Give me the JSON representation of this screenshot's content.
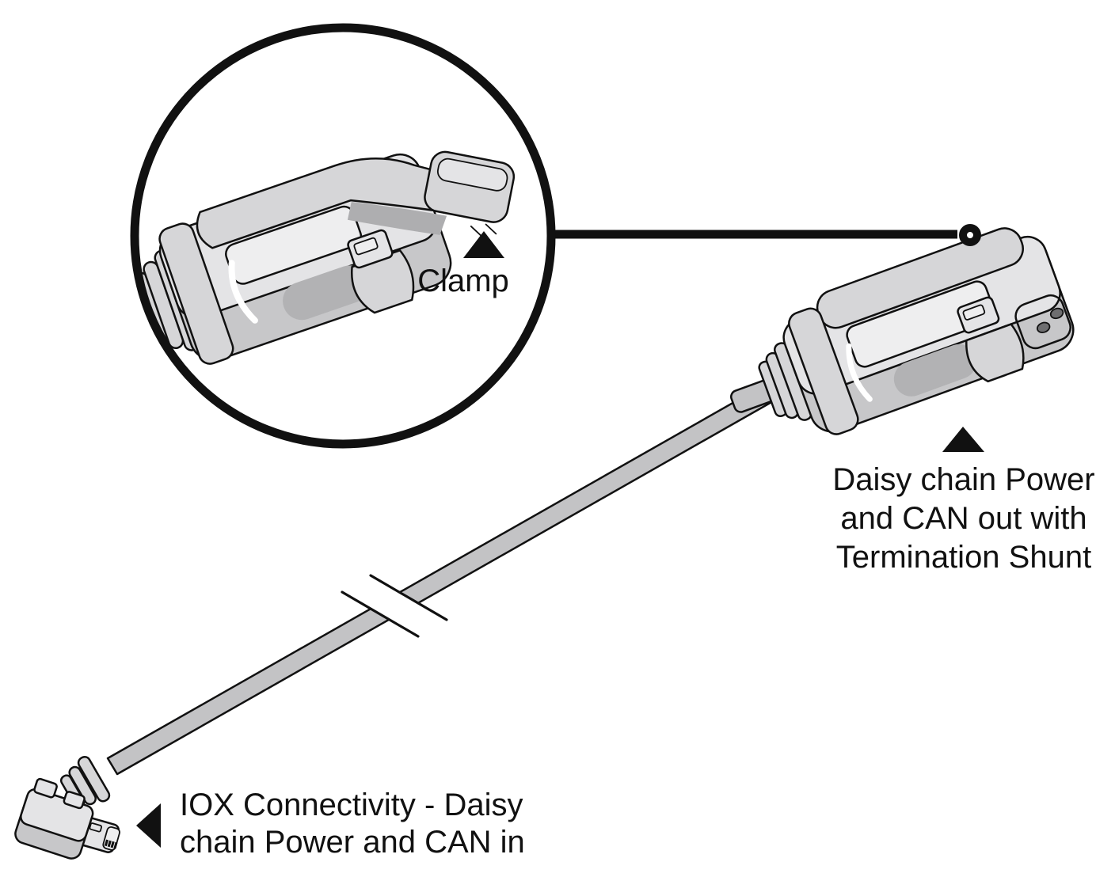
{
  "palette": {
    "ink": "#111111",
    "bg": "#ffffff",
    "gray-light": "#e4e4e6",
    "gray-mid": "#d6d6d8",
    "gray-side": "#c7c7c9",
    "gray-recess": "#eeeeef",
    "gray-cable": "#c3c3c5",
    "gray-shadow": "#aeaeb0",
    "gray-slot": "#b2b2b4",
    "gray-dot": "#6e6e70"
  },
  "diagram": {
    "callout": {
      "label": "Clamp"
    },
    "device_out": {
      "label_lines": [
        "Daisy chain Power",
        "and CAN out with",
        "Termination Shunt"
      ]
    },
    "connector_in": {
      "label_lines": [
        "IOX Connectivity - Daisy",
        "chain Power and CAN in"
      ]
    }
  }
}
